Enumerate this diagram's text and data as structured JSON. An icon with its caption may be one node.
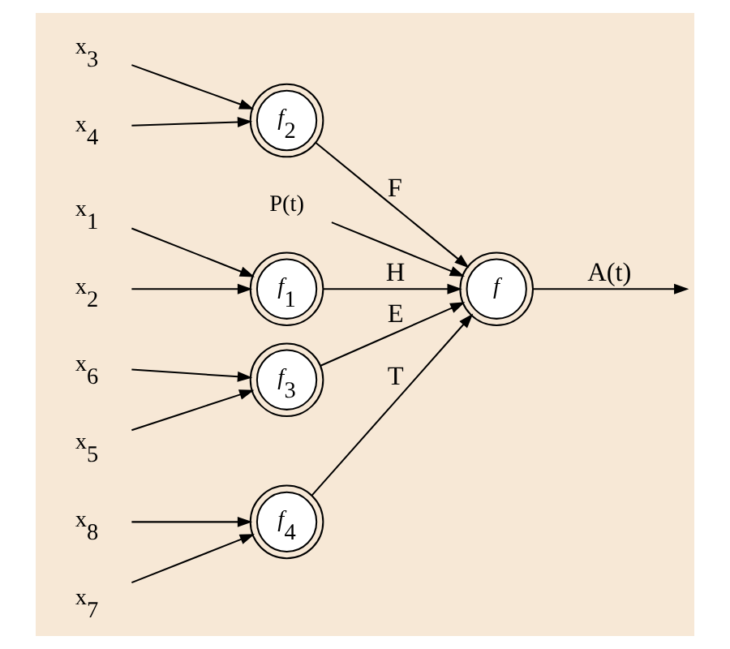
{
  "diagram": {
    "nodes": [
      {
        "text": [
          "x$_{1}$"
        ]
      },
      {
        "text": [
          "x$_{2}$"
        ]
      },
      {
        "text": [
          "x$_{3}$"
        ]
      },
      {
        "text": [
          "x$_{4}$"
        ]
      },
      {
        "text": [
          "x$_{5}$"
        ]
      },
      {
        "text": [
          "x$_{6}$"
        ]
      },
      {
        "text": [
          "x$_{7}$"
        ]
      },
      {
        "text": [
          "x$_{8}$"
        ]
      },
      {
        "text": [
          "P(t)"
        ]
      },
      {
        "text": [
          "*f*$_{1}$"
        ]
      },
      {
        "text": [
          "*f*$_{2}$"
        ]
      },
      {
        "text": [
          "*f*$_{3}$"
        ]
      },
      {
        "text": [
          "*f*$_{4}$"
        ]
      },
      {
        "text": [
          "*f*"
        ]
      }
    ],
    "edges": [
      {
        "from": 0,
        "to": 9,
        "arrow": "to"
      },
      {
        "from": 1,
        "to": 9,
        "arrow": "to"
      },
      {
        "from": 2,
        "to": 10,
        "arrow": "to"
      },
      {
        "from": 3,
        "to": 10,
        "arrow": "to"
      },
      {
        "from": 4,
        "to": 11,
        "arrow": "to"
      },
      {
        "from": 5,
        "to": 11,
        "arrow": "to"
      },
      {
        "from": 6,
        "to": 12,
        "arrow": "to"
      },
      {
        "from": 7,
        "to": 12,
        "arrow": "to"
      },
      {
        "from": 9,
        "to": 13,
        "arrow": "to",
        "label": "H"
      },
      {
        "from": 10,
        "to": 13,
        "arrow": "to",
        "label": "F"
      },
      {
        "from": 11,
        "to": 13,
        "arrow": "to",
        "label": "E"
      },
      {
        "from": 12,
        "to": 13,
        "arrow": "to",
        "label": "T"
      },
      {
        "from": 8,
        "to": 13,
        "arrow": "to"
      },
      {
        "from": 13,
        "to": null,
        "arrow": "to",
        "label": "A(t)"
      }
    ]
  }
}
